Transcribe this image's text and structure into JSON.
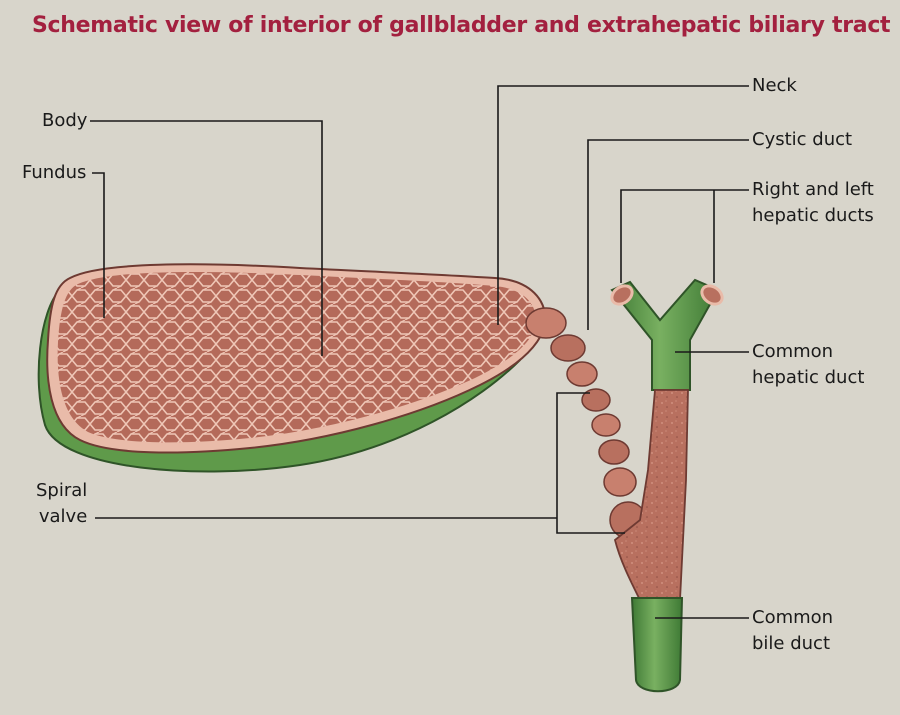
{
  "title": "Schematic view of interior of gallbladder and extrahepatic biliary tract",
  "colors": {
    "background": "#d8d5cb",
    "title": "#a3203f",
    "tissue": "#b8705f",
    "tissue_dark": "#8e4f44",
    "tissue_light": "#e8b8a8",
    "serosa": "#5f9a4a",
    "serosa_dark": "#3f6f33",
    "leader": "#1a1a1a"
  },
  "labels": {
    "body": "Body",
    "fundus": "Fundus",
    "spiral_valve": [
      "Spiral",
      "valve"
    ],
    "neck": "Neck",
    "cystic_duct": "Cystic duct",
    "hepatic_ducts": [
      "Right and left",
      "hepatic ducts"
    ],
    "common_hepatic_duct": [
      "Common",
      "hepatic duct"
    ],
    "common_bile_duct": [
      "Common",
      "bile duct"
    ]
  }
}
